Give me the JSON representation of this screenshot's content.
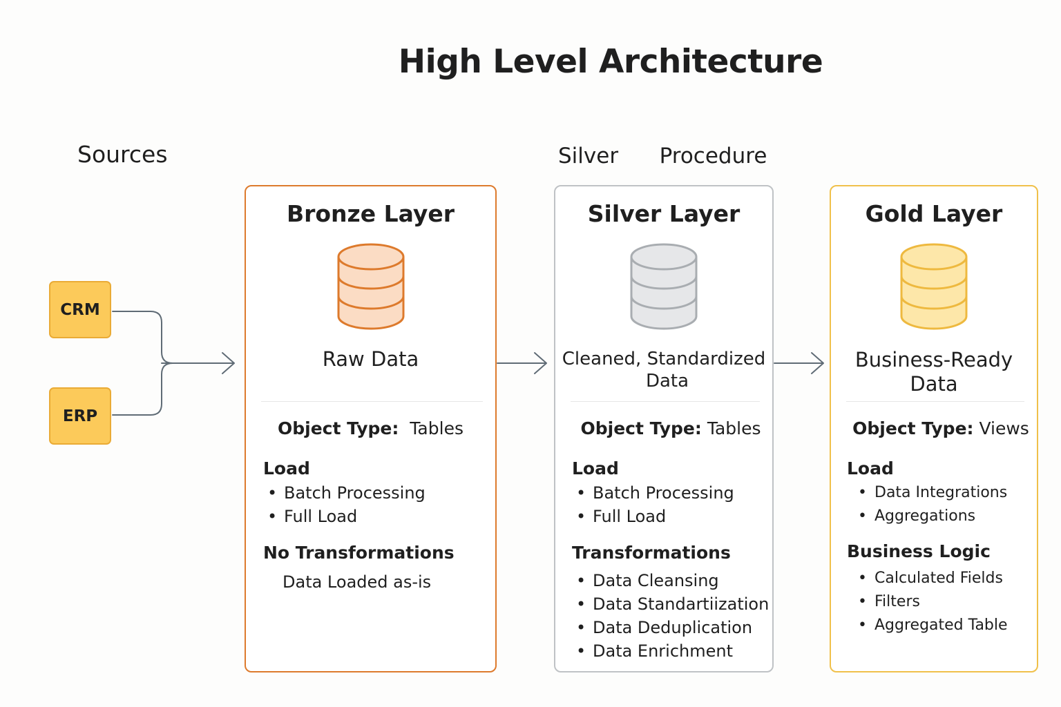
{
  "title": "High Level Architecture",
  "sources": {
    "title": "Sources",
    "items": [
      "CRM",
      "ERP"
    ]
  },
  "procedure_label": "Silver   Procedure",
  "layers": {
    "bronze": {
      "title": "Bronze Layer",
      "description": "Raw Data",
      "object_type_label": "Object Type:",
      "object_type_value": "Tables",
      "load_title": "Load",
      "load_items": [
        "Batch Processing",
        "Full Load"
      ],
      "transform_title": "No Transformations",
      "transform_note": "Data Loaded as-is",
      "color": "#dd7a2c",
      "fill": "#fbdcc4"
    },
    "silver": {
      "title": "Silver Layer",
      "description_line1": "Cleaned, Standardized",
      "description_line2": "Data",
      "object_type_label": "Object Type:",
      "object_type_value": "Tables",
      "load_title": "Load",
      "load_items": [
        "Batch Processing",
        "Full Load"
      ],
      "transform_title": "Transformations",
      "transform_items": [
        "Data Cleansing",
        "Data Standartiization",
        "Data Deduplication",
        "Data Enrichment"
      ],
      "color": "#a9adb1",
      "fill": "#e6e7e9"
    },
    "gold": {
      "title": "Gold Layer",
      "description_line1": "Business-Ready",
      "description_line2": "Data",
      "object_type_label": "Object Type:",
      "object_type_value": "Views",
      "load_title": "Load",
      "load_items": [
        "Data Integrations",
        "Aggregations"
      ],
      "logic_title": "Business Logic",
      "logic_items": [
        "Calculated Fields",
        "Filters",
        "Aggregated Table"
      ],
      "color": "#eeb93f",
      "fill": "#fde7a9"
    }
  },
  "icons": {
    "database": "database-icon",
    "arrow": "arrow-right-icon"
  }
}
